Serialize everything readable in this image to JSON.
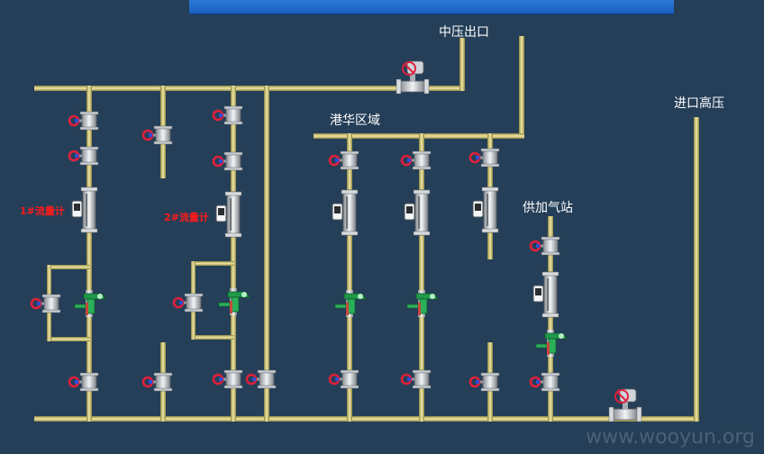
{
  "labels": {
    "mid_pressure_outlet": "中压出口",
    "ganghua_area": "港华区域",
    "inlet_high_pressure": "进口高压",
    "supply_station": "供加气站",
    "meter1": "1#流量计",
    "meter2": "2#流量计"
  },
  "watermark": "www.wooyun.org",
  "colors": {
    "background": "#253f58",
    "pipe": "#cfc27a",
    "valve_handle": "#e0203c",
    "regulator": "#1f9a4a",
    "label_text": "#ffffff",
    "meter_label": "#ff1a1a"
  }
}
